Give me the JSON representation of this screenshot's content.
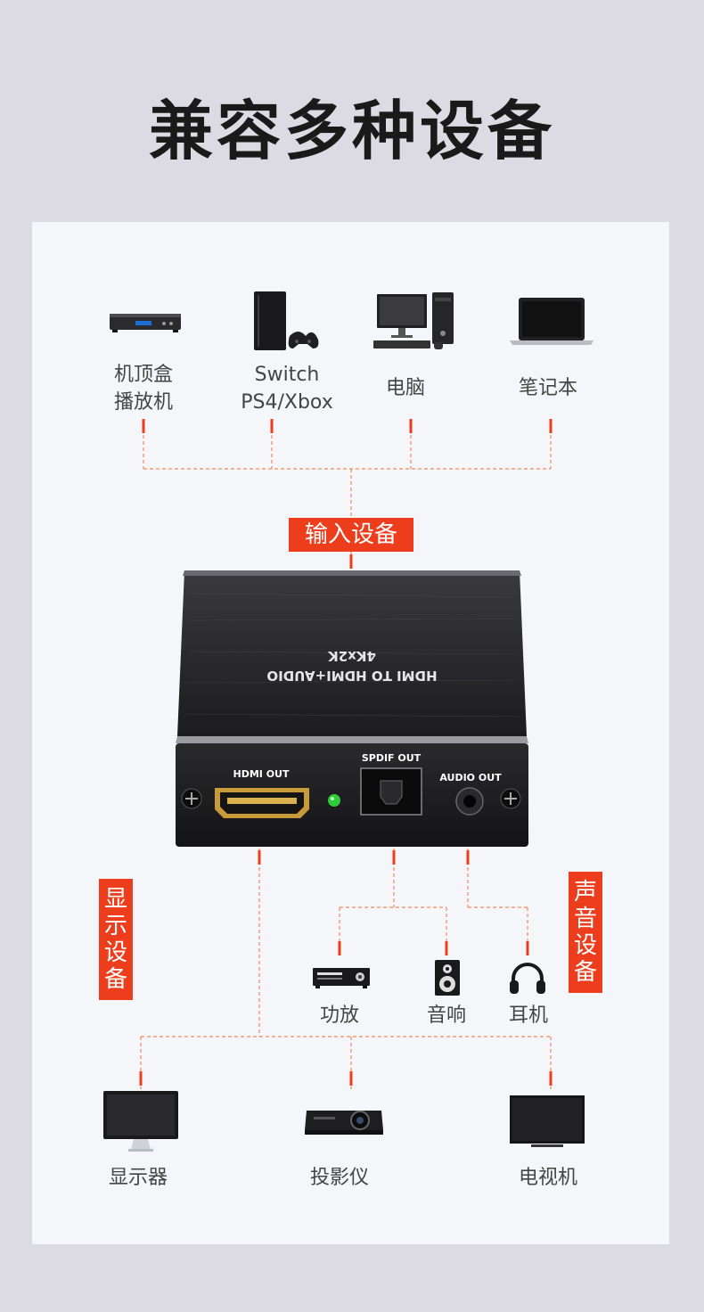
{
  "title": "兼容多种设备",
  "inputs": {
    "tag": "输入设备",
    "items": [
      {
        "line1": "机顶盒",
        "line2": "播放机",
        "icon": "set-top-box-icon"
      },
      {
        "line1": "Switch",
        "line2": "PS4/Xbox",
        "icon": "game-console-icon"
      },
      {
        "line1": "电脑",
        "line2": "",
        "icon": "desktop-pc-icon"
      },
      {
        "line1": "笔记本",
        "line2": "",
        "icon": "laptop-icon"
      }
    ]
  },
  "device": {
    "top_line1": "HDMI TO HDMI+AUDIO",
    "top_line2": "4Kx2K",
    "port_hdmi": "HDMI OUT",
    "port_spdif": "SPDIF OUT",
    "port_audio": "AUDIO OUT"
  },
  "display": {
    "tag": [
      "显",
      "示",
      "设",
      "备"
    ],
    "items": [
      {
        "label": "显示器",
        "icon": "monitor-icon"
      },
      {
        "label": "投影仪",
        "icon": "projector-icon"
      },
      {
        "label": "电视机",
        "icon": "tv-icon"
      }
    ]
  },
  "audio": {
    "tag": [
      "声",
      "音",
      "设",
      "备"
    ],
    "items": [
      {
        "label": "功放",
        "icon": "amplifier-icon"
      },
      {
        "label": "音响",
        "icon": "speaker-icon"
      },
      {
        "label": "耳机",
        "icon": "headphones-icon"
      }
    ]
  },
  "colors": {
    "accent": "#ec3d1c",
    "wire": "#f08a5a",
    "background": "#dcdbe4",
    "panel": "#f5f6f9"
  }
}
